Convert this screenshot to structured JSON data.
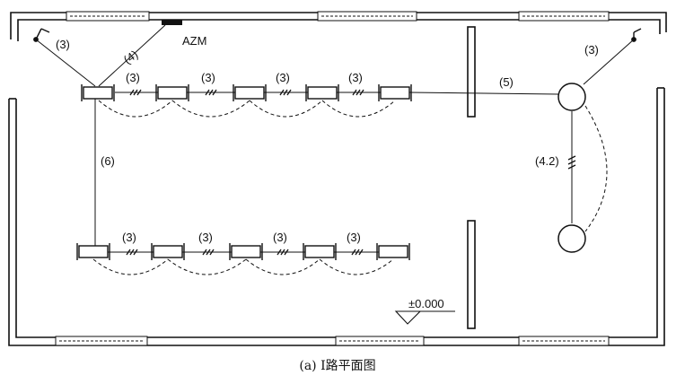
{
  "diagram": {
    "labels": {
      "wire_3": "(3)",
      "wire_4": "(4)",
      "wire_5": "(5)",
      "wire_6": "(6)",
      "wire_4_2": "(4.2)",
      "panel": "AZM",
      "elevation": "±0.000"
    },
    "caption": "(a) Ⅰ路平面图"
  }
}
